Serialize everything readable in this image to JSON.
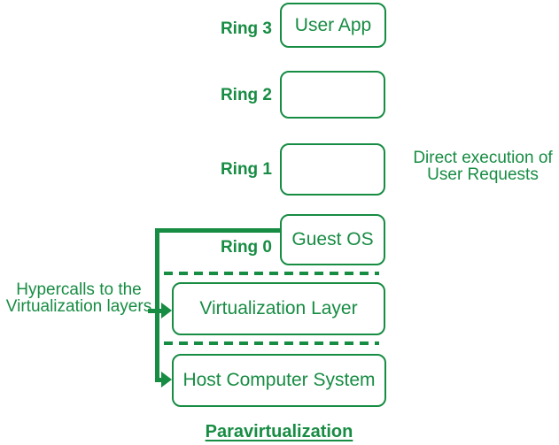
{
  "colors": {
    "green": "#178C43",
    "background": "#ffffff"
  },
  "rings": [
    {
      "label": "Ring 3",
      "box_text": "User App"
    },
    {
      "label": "Ring 2",
      "box_text": ""
    },
    {
      "label": "Ring 1",
      "box_text": ""
    },
    {
      "label": "Ring 0",
      "box_text": "Guest OS"
    }
  ],
  "layers": [
    {
      "box_text": "Virtualization Layer"
    },
    {
      "box_text": "Host Computer System"
    }
  ],
  "annotations": {
    "right": {
      "line1": "Direct execution of",
      "line2": "User Requests"
    },
    "left": {
      "line1": "Hypercalls to the",
      "line2": "Virtualization layers"
    }
  },
  "title": "Paravirtualization"
}
